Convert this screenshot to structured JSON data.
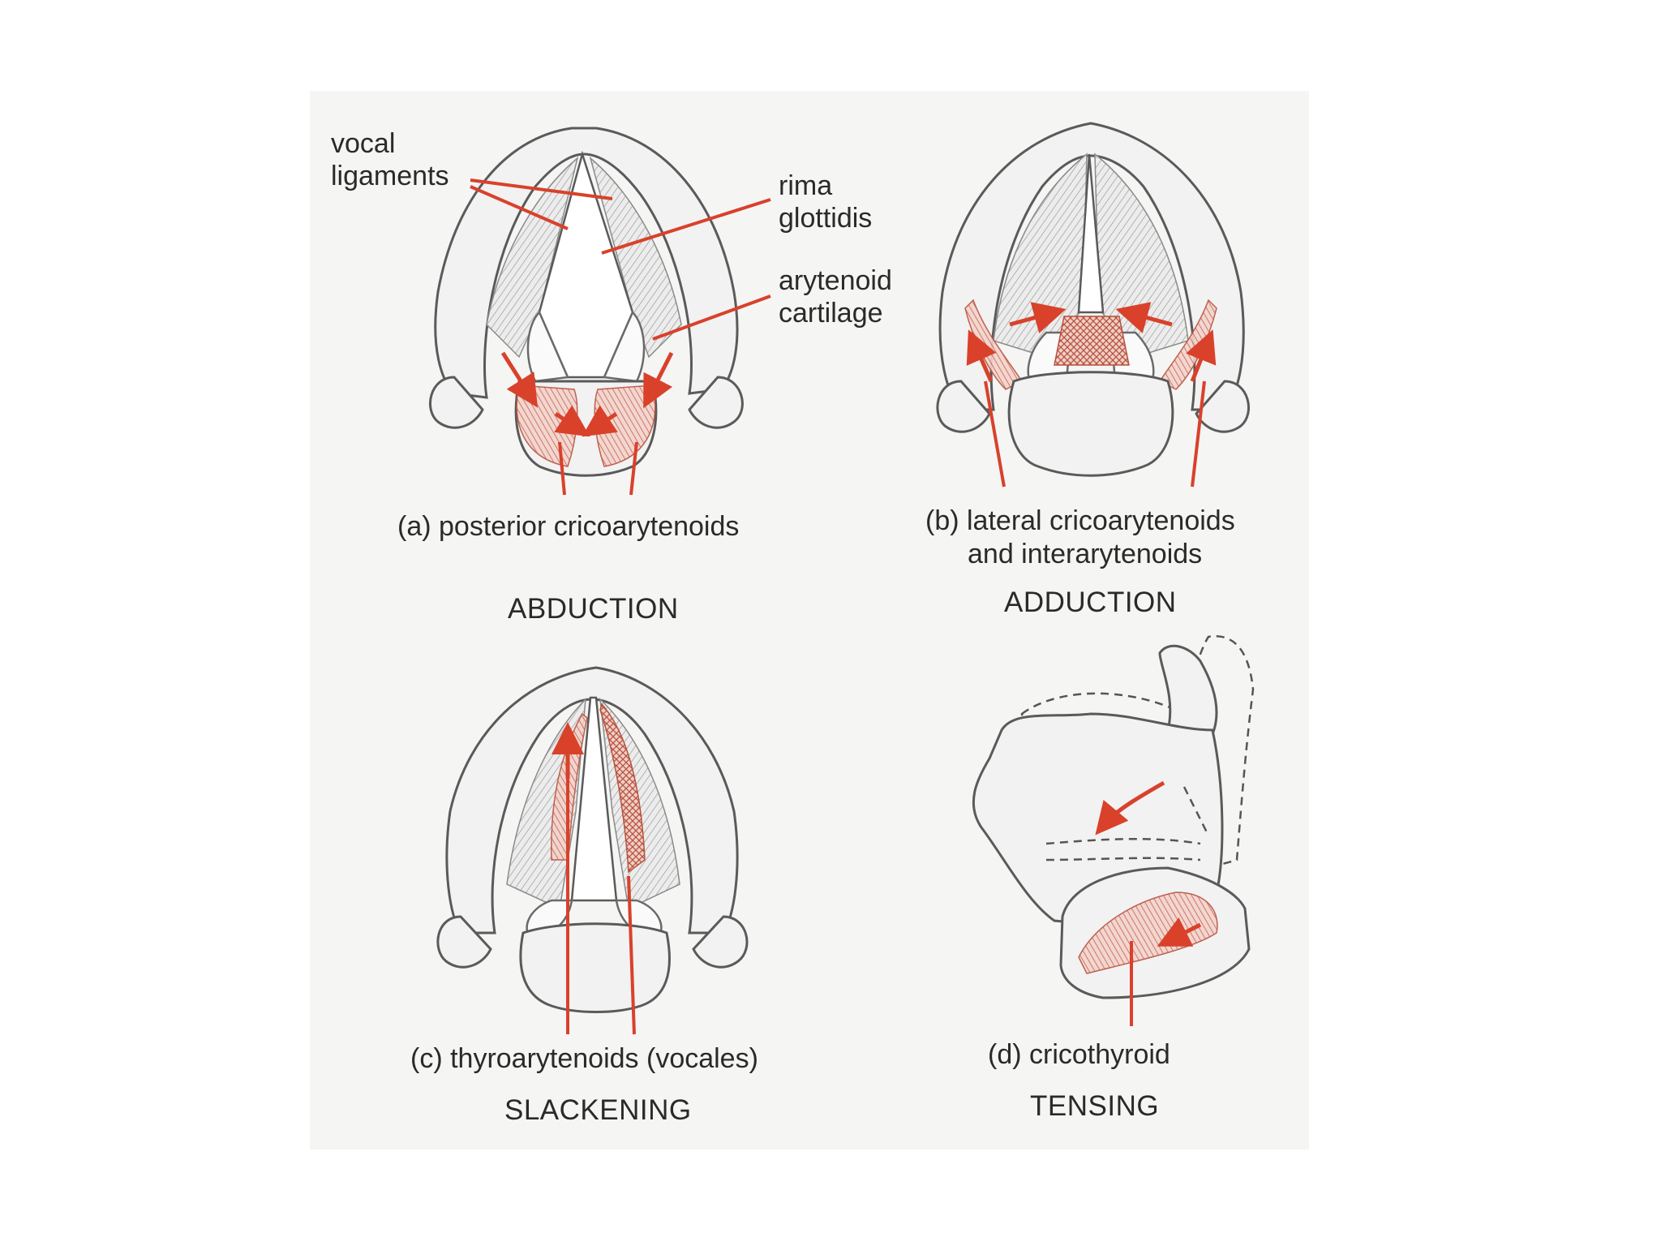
{
  "labels": {
    "vocal_ligaments": [
      "vocal",
      "ligaments"
    ],
    "rima_glottidis": [
      "rima",
      "glottidis"
    ],
    "arytenoid_cartilage": [
      "arytenoid",
      "cartilage"
    ]
  },
  "panels": {
    "a": {
      "caption": "(a) posterior cricoarytenoids",
      "action": "ABDUCTION"
    },
    "b": {
      "caption_lines": [
        "(b) lateral cricoarytenoids",
        "and interarytenoids"
      ],
      "action": "ADDUCTION"
    },
    "c": {
      "caption": "(c) thyroarytenoids (vocales)",
      "action": "SLACKENING"
    },
    "d": {
      "caption": "(d) cricothyroid",
      "action": "TENSING"
    }
  },
  "colors": {
    "muscle_arrow": "#d9412b",
    "cartilage_fill": "#f2f2f2",
    "muscle_hatch": "#c0503c",
    "background": "#ffffff"
  }
}
